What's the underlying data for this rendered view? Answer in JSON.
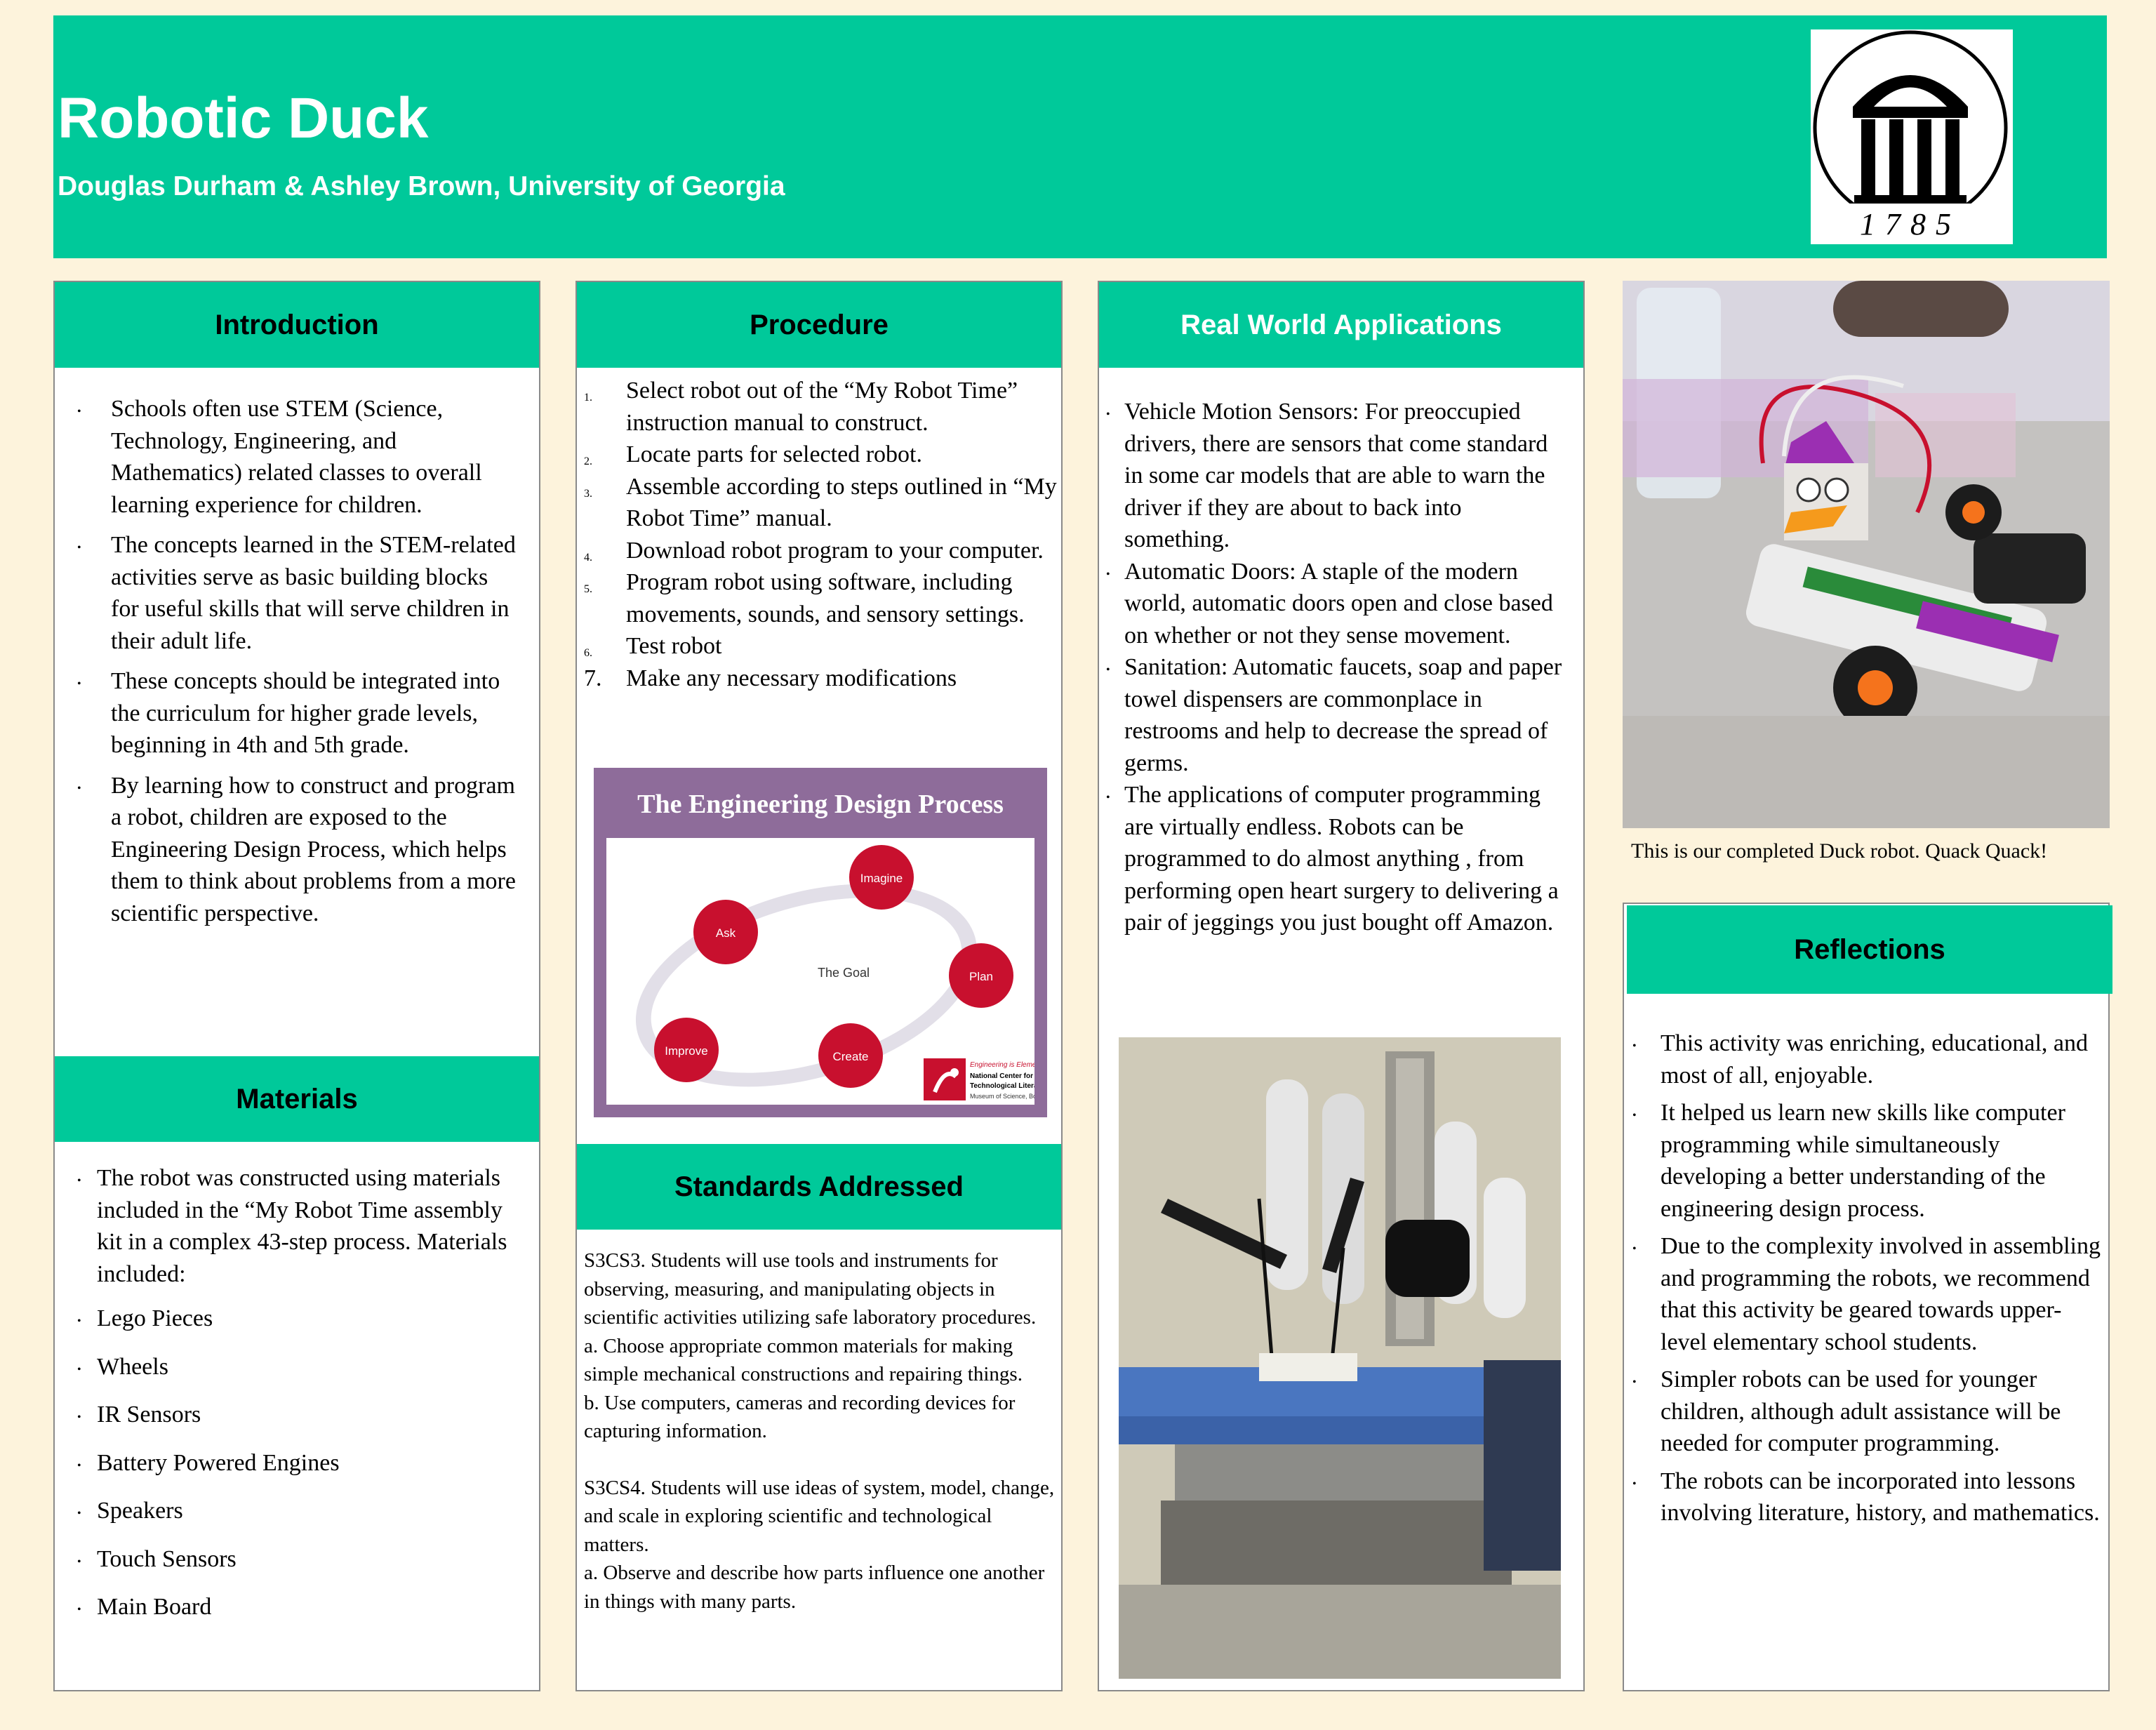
{
  "header": {
    "title": "Robotic Duck",
    "authors": "Douglas Durham & Ashley Brown, University of Georgia",
    "logo_year": "1785"
  },
  "introduction": {
    "heading": "Introduction",
    "bullets": [
      "Schools often use STEM (Science, Technology,  Engineering, and Mathematics) related classes to overall learning experience for children.",
      "The concepts learned in the STEM-related activities serve as basic building blocks for useful skills that will serve children in their adult life.",
      "These concepts should be integrated into the curriculum for higher grade levels, beginning in 4th and 5th grade.",
      "By learning how to construct and program a robot, children are exposed to the Engineering Design Process, which helps them to think about problems from a more scientific perspective."
    ]
  },
  "materials": {
    "heading": "Materials",
    "intro": "The robot was constructed using materials included in the “My Robot Time assembly kit in a complex 43-step process.  Materials included:",
    "items": [
      "Lego Pieces",
      "Wheels",
      "IR Sensors",
      "Battery Powered Engines",
      "Speakers",
      "Touch Sensors",
      "Main Board"
    ]
  },
  "procedure": {
    "heading": "Procedure",
    "steps": [
      {
        "num": "1.",
        "text": "Select robot out of the “My Robot Time” instruction manual to construct."
      },
      {
        "num": "2.",
        "text": "Locate parts for selected robot."
      },
      {
        "num": "3.",
        "text": "Assemble according to steps outlined in “My Robot Time” manual."
      },
      {
        "num": "4.",
        "text": "Download robot program to your computer."
      },
      {
        "num": "5.",
        "text": "Program robot using software, including movements, sounds, and sensory settings."
      },
      {
        "num": "6.",
        "text": "Test robot"
      },
      {
        "num": "7.",
        "text": "Make any necessary modifications"
      }
    ],
    "diagram": {
      "title": "The Engineering Design Process",
      "center": "The Goal",
      "stages": [
        "Imagine",
        "Plan",
        "Create",
        "Improve",
        "Ask"
      ],
      "logo_tag": "Engineering is Elementary",
      "logo_line1": "National Center for",
      "logo_line2": "Technological Literacy",
      "logo_line3": "Museum of Science, Boston"
    }
  },
  "standards": {
    "heading": "Standards Addressed",
    "lines": [
      "S3CS3. Students will use tools and instruments for observing, measuring, and manipulating objects in scientific activities utilizing safe laboratory procedures.",
      "a. Choose appropriate common materials for making simple mechanical constructions and repairing things.",
      "b. Use computers, cameras and recording devices for capturing information.",
      "S3CS4. Students will use ideas of system, model, change, and scale in exploring scientific and technological matters.",
      "a. Observe and describe how parts influence one another in things with many parts."
    ]
  },
  "applications": {
    "heading": "Real World Applications",
    "bullets": [
      "Vehicle Motion Sensors: For preoccupied drivers, there are sensors that come standard in some car models that are able to warn the driver if they are about to back into something.",
      "Automatic Doors: A staple of the modern world, automatic doors open and close based on whether or not they sense movement.",
      "Sanitation: Automatic faucets, soap and paper towel dispensers are commonplace in restrooms and help to decrease the spread of germs.",
      "The applications of computer programming are virtually endless. Robots can be programmed to do almost anything , from performing open heart surgery to delivering a pair of jeggings you just bought off Amazon."
    ]
  },
  "photo": {
    "caption": "This is our completed Duck robot. Quack Quack!"
  },
  "reflections": {
    "heading": "Reflections",
    "bullets": [
      "This activity was enriching, educational, and most of all, enjoyable.",
      "It helped us learn new skills like computer programming while simultaneously developing a better understanding of the engineering design process.",
      "Due to the complexity involved in assembling and programming the robots, we recommend that this activity be geared towards upper-level elementary school students.",
      "Simpler robots can be used for younger children, although adult assistance will be needed for computer programming.",
      "The robots can be incorporated into lessons involving literature, history, and mathematics."
    ]
  },
  "colors": {
    "accent": "#00c99a",
    "background": "#fdf3dc",
    "diagram_purple": "#8e6c9a",
    "stage_red": "#c8102e"
  }
}
